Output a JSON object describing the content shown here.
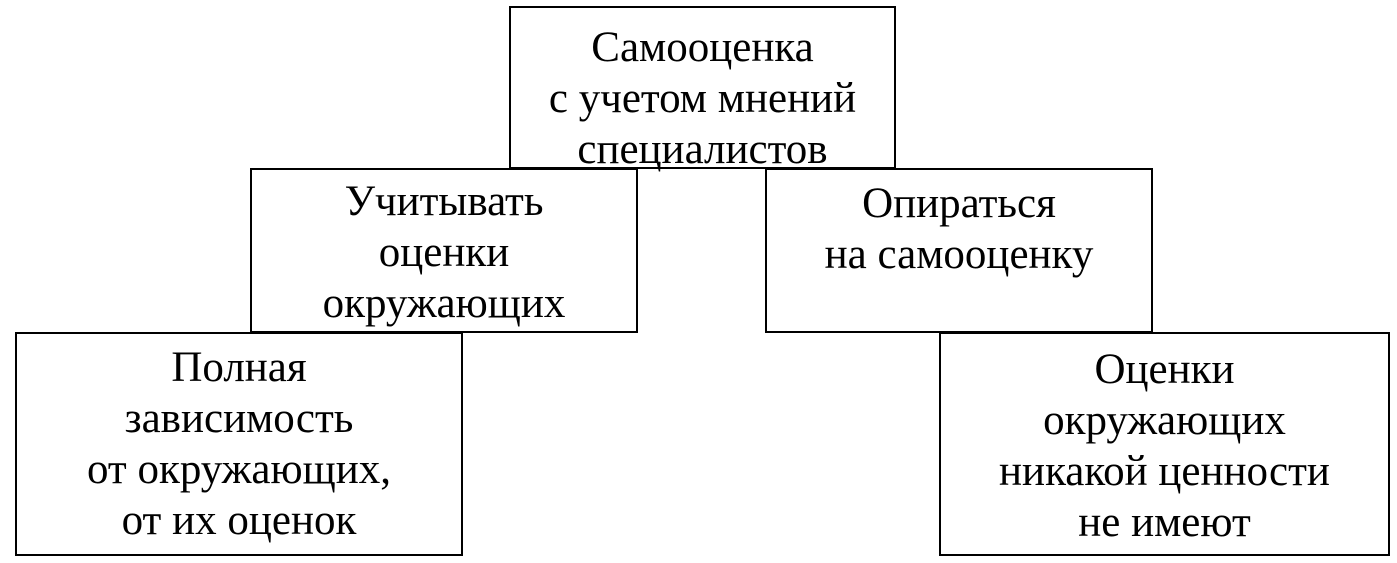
{
  "diagram": {
    "top_box": {
      "lines": [
        "Самооценка",
        "с учетом мнений",
        "специалистов"
      ]
    },
    "middle_left_box": {
      "lines": [
        "Учитывать",
        "оценки",
        "окружающих"
      ]
    },
    "middle_right_box": {
      "lines": [
        "Опираться",
        "на самооценку"
      ]
    },
    "bottom_left_box": {
      "lines": [
        "Полная",
        "зависимость",
        "от окружающих,",
        "от их оценок"
      ]
    },
    "bottom_right_box": {
      "lines": [
        "Оценки",
        "окружающих",
        "никакой ценности",
        "не имеют"
      ]
    }
  }
}
